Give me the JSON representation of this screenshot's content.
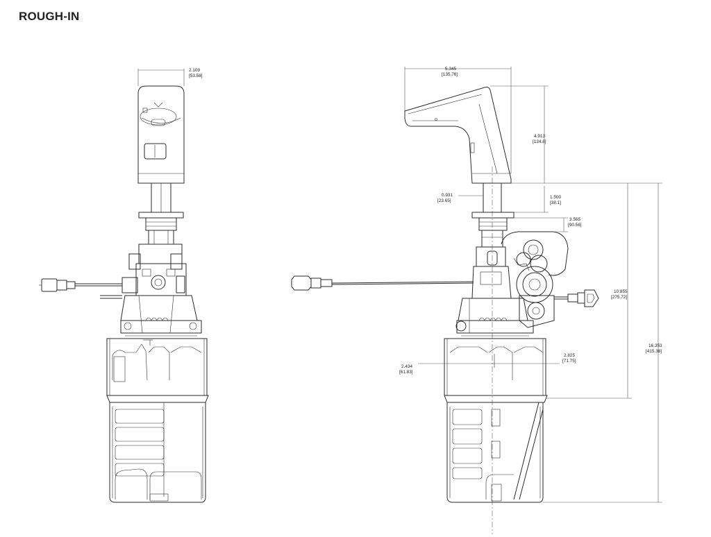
{
  "title": "ROUGH-IN",
  "dimensions": {
    "front_width": {
      "in": "2.109",
      "mm": "[53.58]"
    },
    "spout_reach": {
      "in": "5.345",
      "mm": "[135.76]"
    },
    "spout_height": {
      "in": "4.913",
      "mm": "[124.8]"
    },
    "shank_diameter": {
      "in": "0.931",
      "mm": "[23.65]"
    },
    "deck_thickness": {
      "in": "1.500",
      "mm": "[38.1]"
    },
    "valve_depth": {
      "in": "3.565",
      "mm": "[90.56]"
    },
    "box_top_height": {
      "in": "10.855",
      "mm": "[275.72]"
    },
    "overall_height": {
      "in": "16.353",
      "mm": "[415.38]"
    },
    "box_left_offset": {
      "in": "2.434",
      "mm": "[61.83]"
    },
    "box_right_offset": {
      "in": "2.825",
      "mm": "[71.75]"
    }
  }
}
